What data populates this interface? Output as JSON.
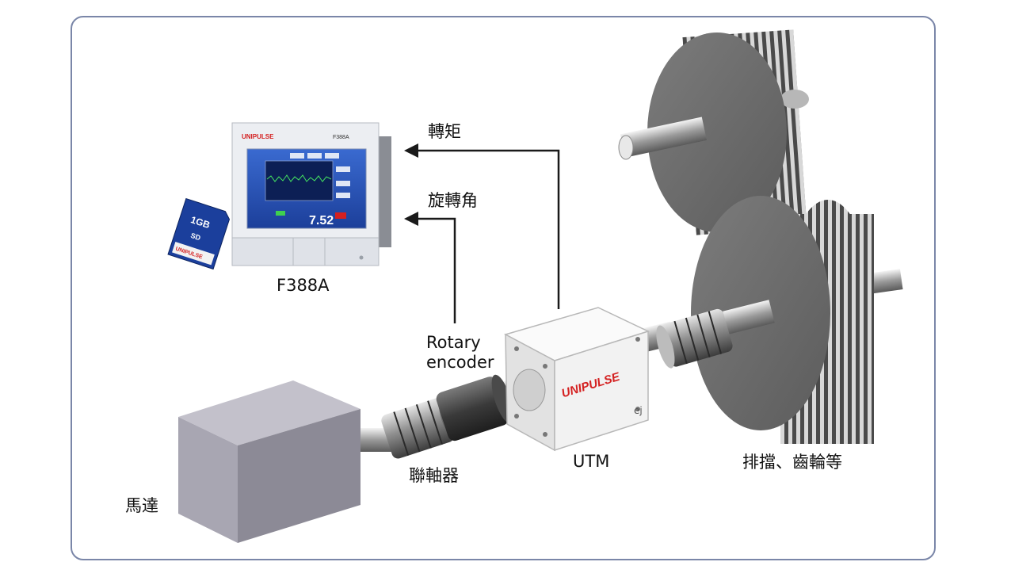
{
  "labels": {
    "torque": "轉矩",
    "rotation_angle": "旋轉角",
    "indicator": "F388A",
    "encoder_line1": "Rotary",
    "encoder_line2": "encoder",
    "coupling": "聯軸器",
    "utm": "UTM",
    "motor": "馬達",
    "load": "排擋、齒輪等"
  },
  "device": {
    "brand": "UNIPULSE",
    "model": "F388A",
    "reading": "7.52"
  },
  "sd_card": {
    "capacity": "1GB",
    "type": "SD",
    "brand": "UNIPULSE"
  },
  "utm_brand": "UNIPULSE",
  "colors": {
    "frame": "#7a86a8",
    "arrow": "#1a1a1a",
    "motor": "#9d9aa6",
    "gear": "#6e6e6e",
    "screen": "#1f4fb4",
    "brand_red": "#d42020"
  }
}
